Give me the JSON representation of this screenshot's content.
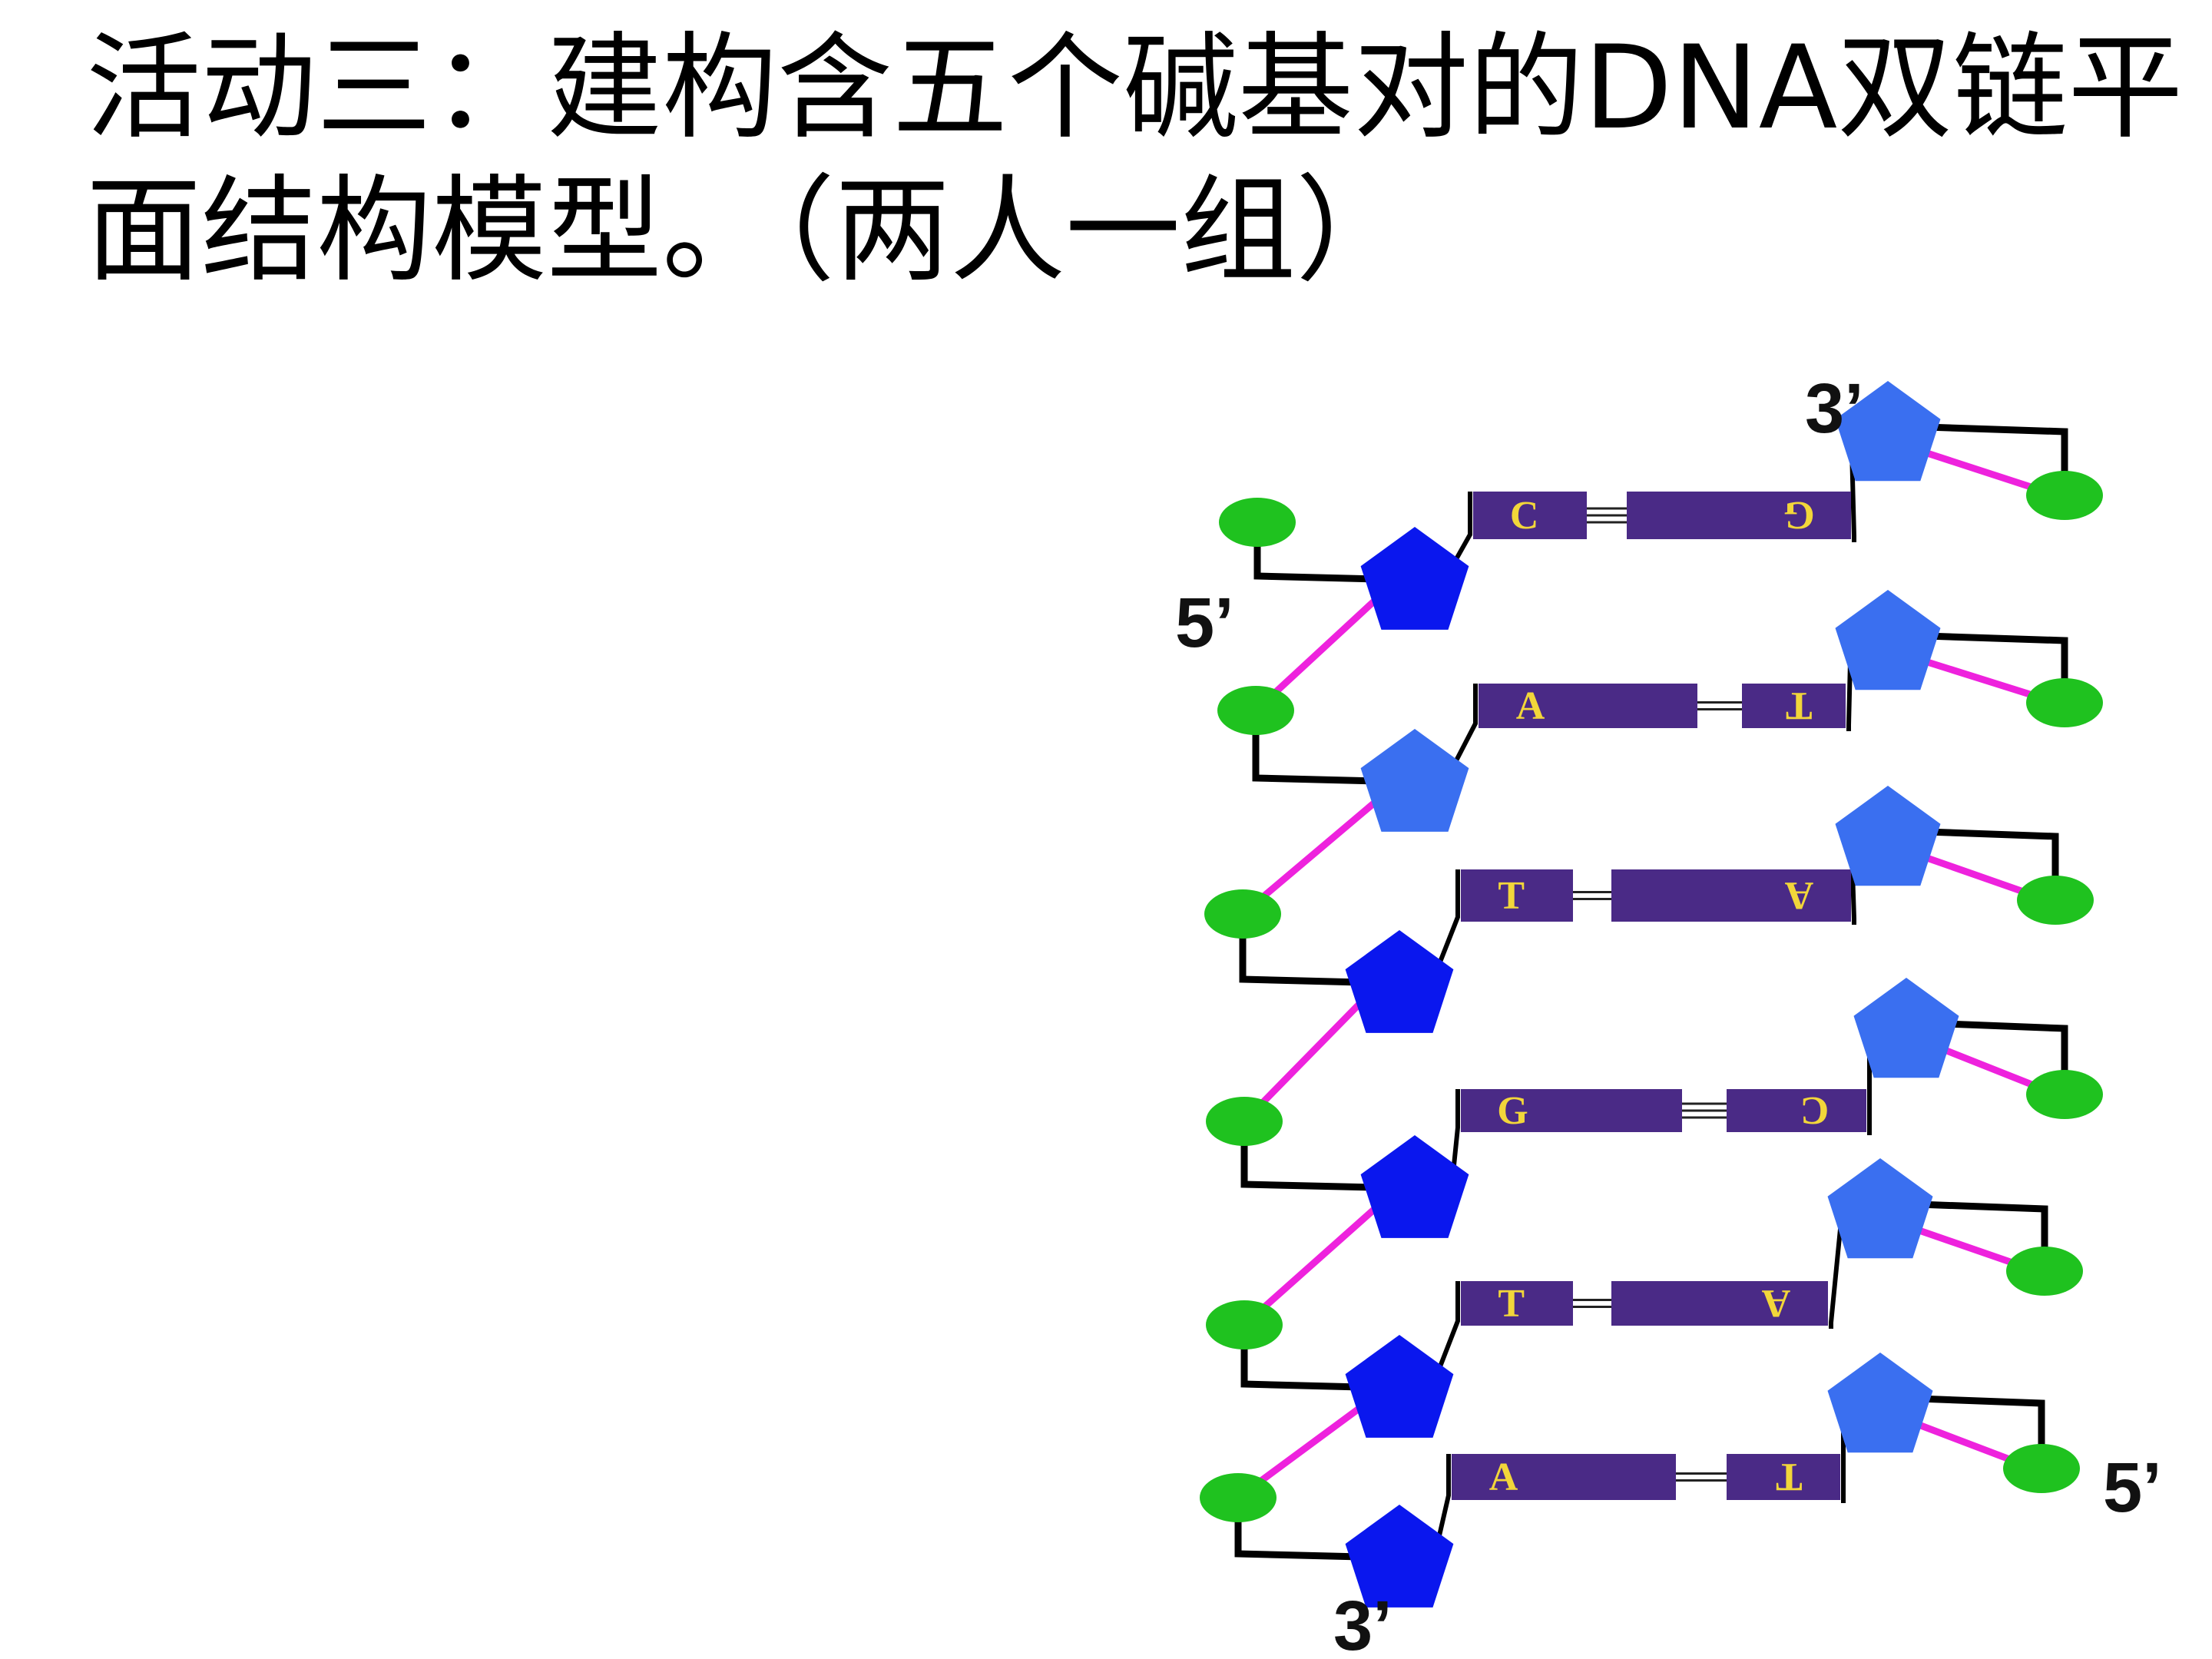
{
  "slide": {
    "title_line1": "活动三：建构含五个碱基对的DNA双链平",
    "title_line2": "面结构模型。（两人一组）"
  },
  "dna": {
    "left_strand": {
      "top_end": "5’",
      "bottom_end": "3’"
    },
    "right_strand": {
      "top_end": "3’",
      "bottom_end": "5’"
    },
    "base_pairs": [
      {
        "left": "C",
        "right": "G",
        "bond": "≡"
      },
      {
        "left": "A",
        "right": "T",
        "bond": "="
      },
      {
        "left": "T",
        "right": "A",
        "bond": "="
      },
      {
        "left": "G",
        "right": "C",
        "bond": "≡"
      },
      {
        "left": "T",
        "right": "A",
        "bond": "="
      },
      {
        "left": "A",
        "right": "T",
        "bond": "="
      }
    ]
  },
  "colors": {
    "phosphate": "#1fc21f",
    "sugar_dark": "#0a17ee",
    "sugar_light": "#3a6ff0",
    "backbone_link": "#ee22dd",
    "base_box": "#4a2a86",
    "base_letter": "#f2d63a",
    "connector": "#000000"
  },
  "icons": {
    "phosphate": "green-ellipse-icon",
    "deoxyribose": "blue-pentagon-icon",
    "base": "purple-rectangle-icon"
  }
}
